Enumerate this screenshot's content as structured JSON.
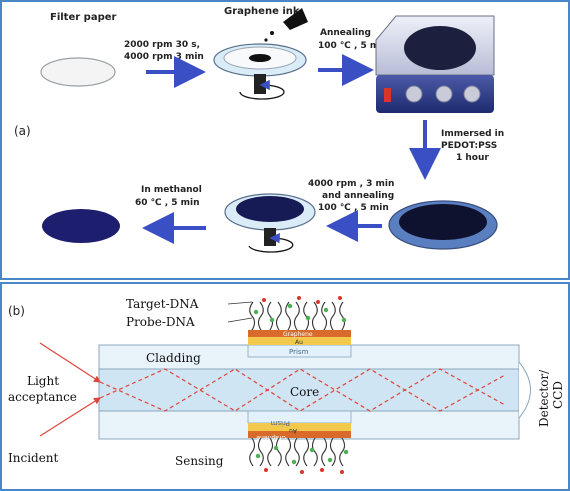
{
  "panel_a": {
    "label": "(a)",
    "steps": {
      "filter_paper": "Filter paper",
      "graphene_ink": "Graphene ink",
      "spin_1": "2000 rpm 30 s,",
      "spin_2": "4000 rpm 3 min",
      "anneal_1": "Annealing",
      "anneal_2": "100 ℃ , 5 min",
      "immerse_1": "Immersed in",
      "immerse_2": "PEDOT:PSS",
      "immerse_3": "1 hour",
      "spin2_1": "4000 rpm , 3 min",
      "spin2_2": "and annealing",
      "spin2_3": "100 ℃ , 5 min",
      "methanol_1": "In methanol",
      "methanol_2": "60 ℃ , 5 min"
    }
  },
  "panel_b": {
    "label": "(b)",
    "labels": {
      "target_dna": "Target-DNA",
      "probe_dna": "Probe-DNA",
      "cladding": "Cladding",
      "core": "Core",
      "light_1": "Light",
      "light_2": "acceptance",
      "incident": "Incident",
      "sensing": "Sensing",
      "detector_1": "Detector/",
      "detector_2": "CCD",
      "graphene": "Graphene",
      "au": "Au",
      "prism": "Prism"
    }
  },
  "colors": {
    "frame": "#4a86c8",
    "arrow": "#3b4fc4",
    "film": "#1d1f6e",
    "laser": "#e0453c",
    "fiber": "#d7ebf5",
    "gold": "#f2c94c",
    "graphene": "#d96a2b"
  }
}
